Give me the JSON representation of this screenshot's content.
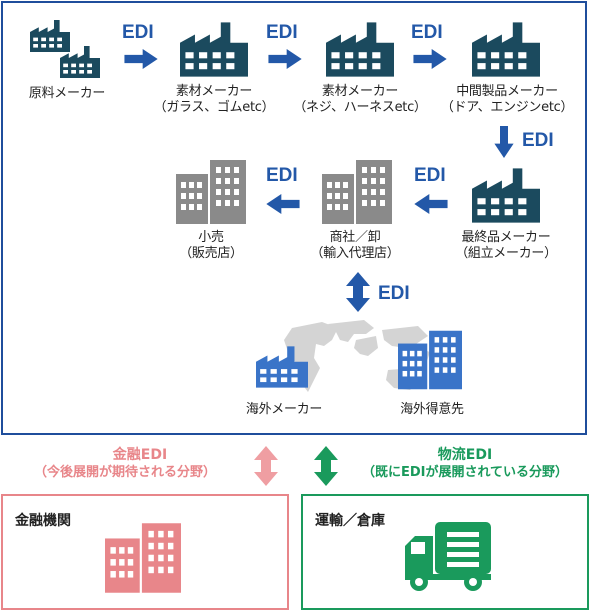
{
  "edi_label": "EDI",
  "nodes": {
    "raw_material": "原料メーカー",
    "material1_l1": "素材メーカー",
    "material1_l2": "（ガラス、ゴムetc）",
    "material2_l1": "素材メーカー",
    "material2_l2": "（ネジ、ハーネスetc）",
    "intermediate_l1": "中間製品メーカー",
    "intermediate_l2": "（ドア、エンジンetc）",
    "final_l1": "最終品メーカー",
    "final_l2": "（組立メーカー）",
    "trading_l1": "商社／卸",
    "trading_l2": "（輸入代理店）",
    "retail_l1": "小売",
    "retail_l2": "（販売店）",
    "overseas_maker": "海外メーカー",
    "overseas_customer": "海外得意先"
  },
  "finance": {
    "label_l1": "金融EDI",
    "label_l2": "（今後展開が期待される分野）",
    "box_title": "金融機関",
    "color": "#e8868a"
  },
  "logistics": {
    "label_l1": "物流EDI",
    "label_l2": "（既にEDIが展開されている分野）",
    "box_title": "運輸／倉庫",
    "color": "#1a9a5c"
  },
  "colors": {
    "navy": "#1f4e9c",
    "factory": "#1b4a5e",
    "arrow": "#2358a8",
    "building_gray": "#8a8a8a",
    "overseas_blue": "#3a74c8",
    "map_gray": "#d4d4d4"
  }
}
